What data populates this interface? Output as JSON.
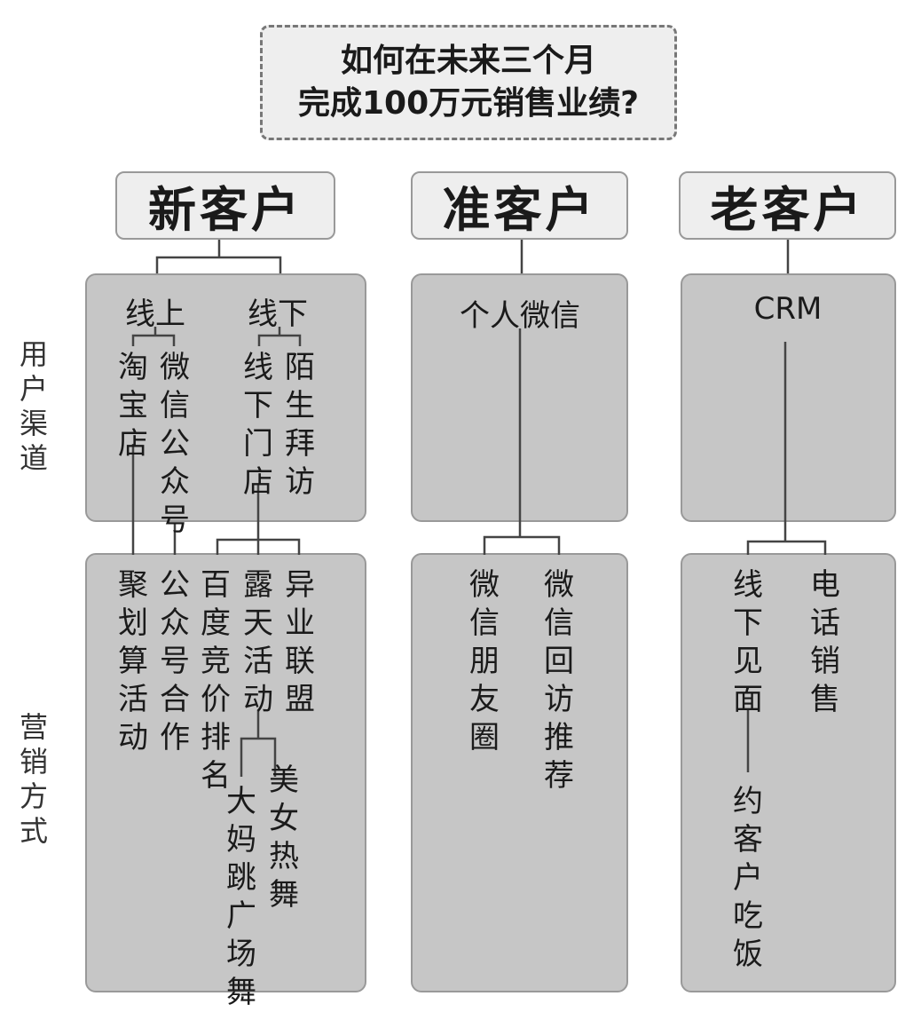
{
  "title": {
    "line1": "如何在未来三个月",
    "line2": "完成100万元销售业绩?"
  },
  "side_labels": {
    "channels": "用户渠道",
    "marketing": "营销方式"
  },
  "new_customer": {
    "header": "新客户",
    "online": "线上",
    "offline": "线下",
    "channels": [
      "淘宝店",
      "微信公众号",
      "线下门店",
      "陌生拜访"
    ],
    "marketing": [
      "聚划算活动",
      "公众号合作",
      "百度竞价排名",
      "露天活动",
      "异业联盟"
    ],
    "outdoor": [
      "大妈跳广场舞",
      "美女热舞"
    ]
  },
  "prospect": {
    "header": "准客户",
    "channel": "个人微信",
    "marketing": [
      "微信朋友圈",
      "微信回访推荐"
    ]
  },
  "old_customer": {
    "header": "老客户",
    "channel": "CRM",
    "marketing": [
      "线下见面",
      "电话销售"
    ],
    "meet": "约客户吃饭"
  }
}
